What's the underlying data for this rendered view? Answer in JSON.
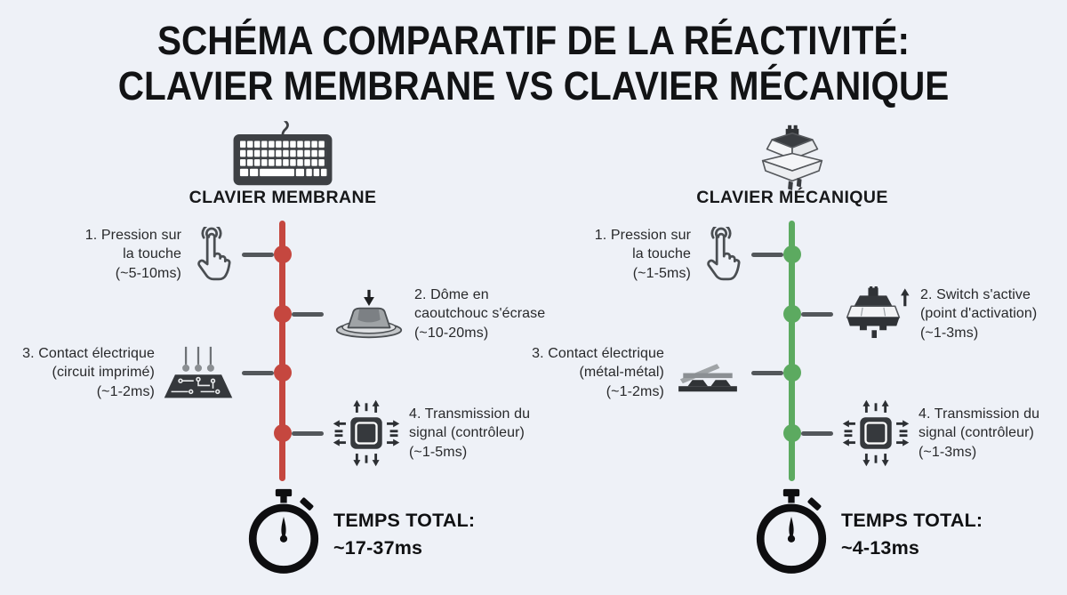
{
  "title": {
    "line1": "SCHÉMA COMPARATIF DE LA RÉACTIVITÉ:",
    "line2": "CLAVIER MEMBRANE VS CLAVIER MÉCANIQUE"
  },
  "colors": {
    "background": "#eef1f7",
    "membrane_accent": "#c5473f",
    "mechanical_accent": "#5caa60",
    "connector_gray": "#53575b",
    "icon_dark": "#36393d",
    "text": "#28292b"
  },
  "columns": [
    {
      "name": "CLAVIER MEMBRANE",
      "header_icon": "membrane-keyboard-icon",
      "accent": "#c5473f",
      "steps": [
        {
          "icon": "key-press-tap-icon",
          "text": "1. Pression sur\nla touche\n(~5-10ms)"
        },
        {
          "icon": "rubber-dome-icon",
          "text": "2. Dôme en\ncaoutchouc s'écrase\n(~10-20ms)"
        },
        {
          "icon": "printed-circuit-icon",
          "text": "3. Contact électrique\n(circuit imprimé)\n(~1-2ms)"
        },
        {
          "icon": "controller-chip-icon",
          "text": "4. Transmission du\nsignal (contrôleur)\n(~1-5ms)"
        }
      ],
      "total": {
        "label": "TEMPS TOTAL:",
        "value": "~17-37ms"
      }
    },
    {
      "name": "CLAVIER MÉCANIQUE",
      "header_icon": "mechanical-switch-icon",
      "accent": "#5caa60",
      "steps": [
        {
          "icon": "key-press-tap-icon",
          "text": "1. Pression sur\nla touche\n(~1-5ms)"
        },
        {
          "icon": "switch-activation-icon",
          "text": "2. Switch s'active\n(point d'activation)\n(~1-3ms)"
        },
        {
          "icon": "metal-contact-icon",
          "text": "3. Contact électrique\n(métal-métal)\n(~1-2ms)"
        },
        {
          "icon": "controller-chip-icon",
          "text": "4. Transmission du\nsignal (contrôleur)\n(~1-3ms)"
        }
      ],
      "total": {
        "label": "TEMPS TOTAL:",
        "value": "~4-13ms"
      }
    }
  ]
}
